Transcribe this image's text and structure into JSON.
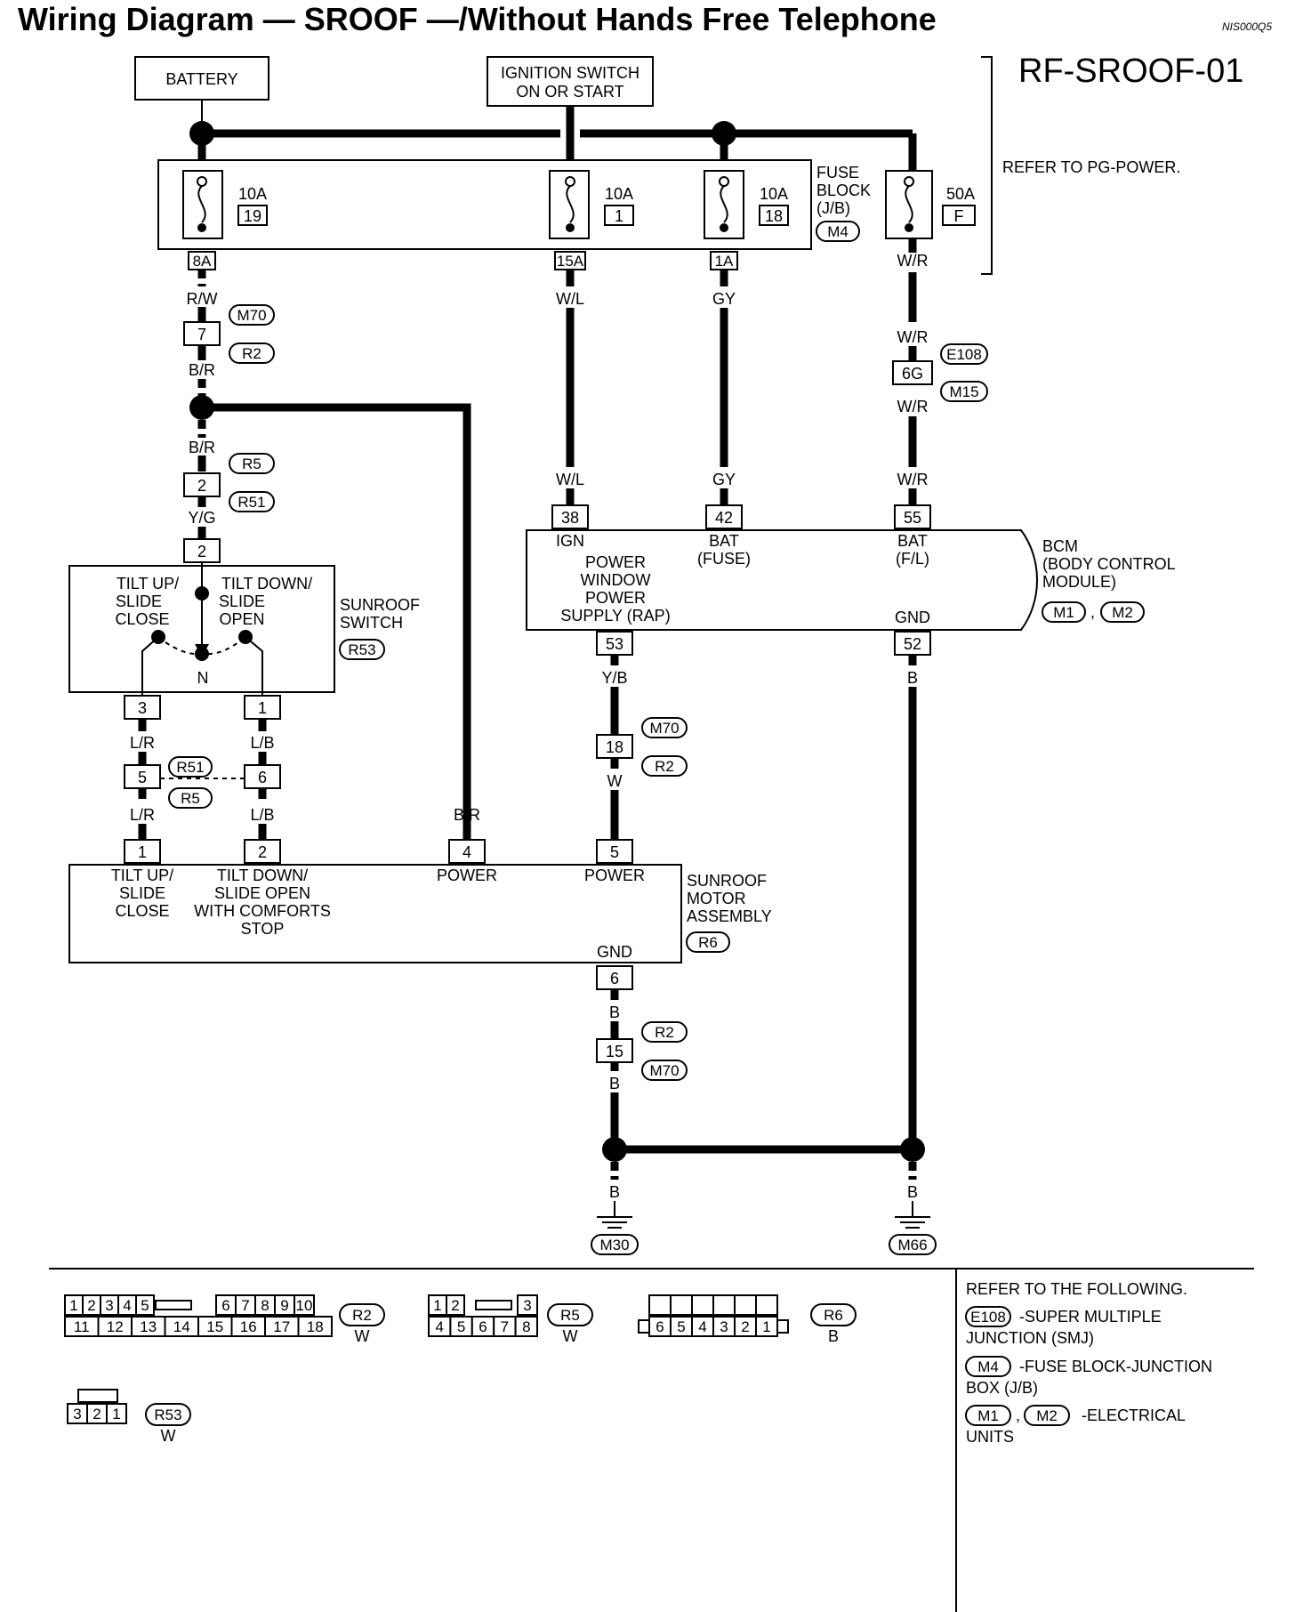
{
  "title": "Wiring Diagram — SROOF —/Without Hands Free Telephone",
  "doc_code": "NIS000Q5",
  "diagram_id": "RF-SROOF-01",
  "power": {
    "battery": "BATTERY",
    "ignition_line1": "IGNITION SWITCH",
    "ignition_line2": "ON OR START",
    "refer": "REFER TO PG-POWER."
  },
  "fuse_block": {
    "label_line1": "FUSE",
    "label_line2": "BLOCK",
    "label_line3": "(J/B)",
    "connector": "M4",
    "fuses": [
      {
        "amp": "10A",
        "num": "19",
        "terminal": "8A"
      },
      {
        "amp": "10A",
        "num": "1",
        "terminal": "15A"
      },
      {
        "amp": "10A",
        "num": "18",
        "terminal": "1A"
      },
      {
        "amp": "50A",
        "num": "F",
        "terminal": "W/R"
      }
    ]
  },
  "wires": {
    "rw": "R/W",
    "br1": "B/R",
    "br2": "B/R",
    "yg": "Y/G",
    "wl1": "W/L",
    "wl2": "W/L",
    "gy1": "GY",
    "gy2": "GY",
    "wr1": "W/R",
    "wr2": "W/R",
    "wr3": "W/R",
    "lr1": "L/R",
    "lr2": "L/R",
    "lb1": "L/B",
    "lb2": "L/B",
    "br3": "B/R",
    "yb": "Y/B",
    "w": "W",
    "b1": "B",
    "b2": "B",
    "b3": "B",
    "b4": "B",
    "b5": "B"
  },
  "connectors": {
    "c7": "7",
    "m70a": "M70",
    "r2a": "R2",
    "c2": "2",
    "r5a": "R5",
    "r51a": "R51",
    "c6g": "6G",
    "e108": "E108",
    "m15": "M15",
    "c5": "5",
    "c6": "6",
    "r51b": "R51",
    "r5b": "R5",
    "c18": "18",
    "m70b": "M70",
    "r2b": "R2",
    "c15": "15",
    "r2c": "R2",
    "m70c": "M70",
    "m30": "M30",
    "m66": "M66"
  },
  "bcm": {
    "label_line1": "BCM",
    "label_line2": "(BODY CONTROL",
    "label_line3": "MODULE)",
    "conn1": "M1",
    "conn2": "M2",
    "pins": [
      "38",
      "42",
      "55",
      "53",
      "52"
    ],
    "ign": "IGN",
    "bat": "BAT",
    "fuse": "(FUSE)",
    "bat2": "BAT",
    "fl": "(F/L)",
    "pw1": "POWER",
    "pw2": "WINDOW",
    "pw3": "POWER",
    "pw4": "SUPPLY (RAP)",
    "gnd": "GND"
  },
  "switch": {
    "label_line1": "SUNROOF",
    "label_line2": "SWITCH",
    "conn": "R53",
    "pin_top": "2",
    "pin3": "3",
    "pin1": "1",
    "tu1": "TILT UP/",
    "tu2": "SLIDE",
    "tu3": "CLOSE",
    "td1": "TILT DOWN/",
    "td2": "SLIDE",
    "td3": "OPEN",
    "n": "N"
  },
  "motor": {
    "label_line1": "SUNROOF",
    "label_line2": "MOTOR",
    "label_line3": "ASSEMBLY",
    "conn": "R6",
    "pins": [
      "1",
      "2",
      "4",
      "5",
      "6"
    ],
    "p1a": "TILT UP/",
    "p1b": "SLIDE",
    "p1c": "CLOSE",
    "p2a": "TILT DOWN/",
    "p2b": "SLIDE OPEN",
    "p2c": "WITH COMFORTS",
    "p2d": "STOP",
    "p4": "POWER",
    "p5": "POWER",
    "gnd": "GND"
  },
  "connector_views": {
    "r2_top": [
      "1",
      "2",
      "3",
      "4",
      "5",
      "6",
      "7",
      "8",
      "9",
      "10"
    ],
    "r2_bottom": [
      "11",
      "12",
      "13",
      "14",
      "15",
      "16",
      "17",
      "18"
    ],
    "r2_name": "R2",
    "r2_color": "W",
    "r5_top": [
      "1",
      "2",
      "3"
    ],
    "r5_bottom": [
      "4",
      "5",
      "6",
      "7",
      "8"
    ],
    "r5_name": "R5",
    "r5_color": "W",
    "r6_pins": [
      "6",
      "5",
      "4",
      "3",
      "2",
      "1"
    ],
    "r6_name": "R6",
    "r6_color": "B",
    "r53_pins": [
      "3",
      "2",
      "1"
    ],
    "r53_name": "R53",
    "r53_color": "W"
  },
  "legend": {
    "head": "REFER TO THE FOLLOWING.",
    "e108": "E108",
    "e108_desc1": "-SUPER MULTIPLE",
    "e108_desc2": "JUNCTION (SMJ)",
    "m4": "M4",
    "m4_desc1": "-FUSE BLOCK-JUNCTION",
    "m4_desc2": "BOX (J/B)",
    "m1": "M1",
    "m2": "M2",
    "m_desc1": "-ELECTRICAL",
    "m_desc2": "UNITS"
  }
}
